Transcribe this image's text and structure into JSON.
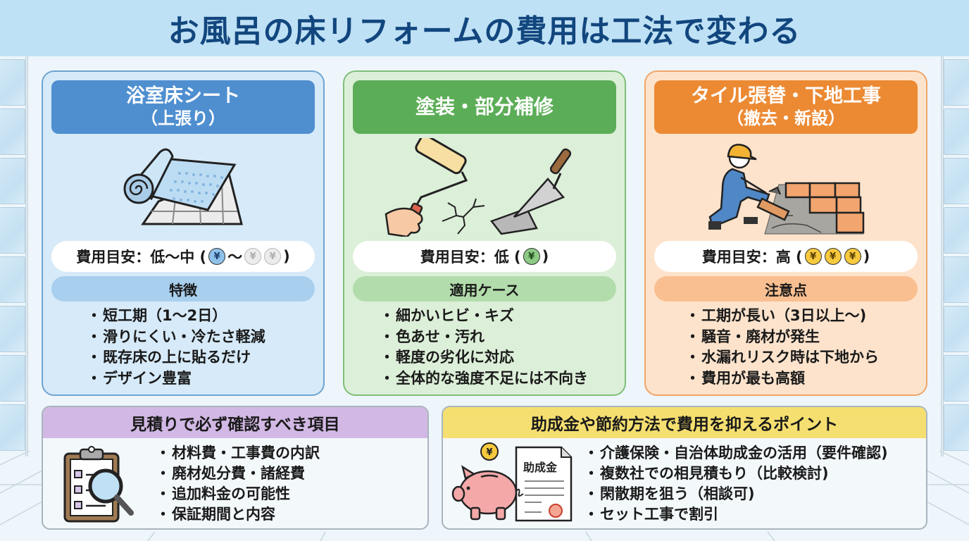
{
  "title": "お風呂の床リフォームの費用は工法で変わる",
  "colors": {
    "title_text": "#12467e",
    "title_bg": "#bfe1f5",
    "blue": "#4f8fd0",
    "green": "#5cad57",
    "orange": "#ec8a34",
    "purple_header": "#d2b8e4",
    "yellow_header": "#f5df70"
  },
  "methods": [
    {
      "title_line1": "浴室床シート",
      "title_line2": "（上張り）",
      "illustration": "rolled-sheet-over-tiles",
      "cost_label": "費用目安：低〜中 (",
      "cost_sep": "〜",
      "cost_close": ")",
      "cost_icons": [
        "yen-coin-blue",
        "yen-coin-grey",
        "yen-coin-grey"
      ],
      "yen": "¥",
      "section_label": "特徴",
      "items": [
        "短工期（1〜2日）",
        "滑りにくい・冷たさ軽減",
        "既存床の上に貼るだけ",
        "デザイン豊富"
      ]
    },
    {
      "title_line1": "塗装・部分補修",
      "title_line2": "",
      "illustration": "paint-roller-crack-trowel",
      "cost_label": "費用目安：低 (",
      "cost_close": ")",
      "cost_icons": [
        "yen-coin-green"
      ],
      "yen": "¥",
      "section_label": "適用ケース",
      "items": [
        "細かいヒビ・キズ",
        "色あせ・汚れ",
        "軽度の劣化に対応",
        "全体的な強度不足には不向き"
      ]
    },
    {
      "title_line1": "タイル張替・下地工事",
      "title_line2": "（撤去・新設）",
      "illustration": "worker-laying-tiles",
      "cost_label": "費用目安：高 (",
      "cost_close": ")",
      "cost_icons": [
        "yen-coin-gold",
        "yen-coin-gold",
        "yen-coin-gold"
      ],
      "yen": "¥",
      "section_label": "注意点",
      "items": [
        "工期が長い（3日以上〜)",
        "騒音・廃材が発生",
        "水漏れリスク時は下地から",
        "費用が最も高額"
      ]
    }
  ],
  "estimate_check": {
    "title": "見積りで必ず確認すべき項目",
    "illustration": "clipboard-magnifier",
    "items": [
      "材料費・工事費の内訳",
      "廃材処分費・諸経費",
      "追加料金の可能性",
      "保証期間と内容"
    ]
  },
  "saving_tips": {
    "title": "助成金や節約方法で費用を抑えるポイント",
    "illustration": "piggy-bank-subsidy-document",
    "document_label": "助成金",
    "coin_label": "¥",
    "items": [
      "介護保険・自治体助成金の活用（要件確認)",
      "複数社での相見積もり（比較検討)",
      "閑散期を狙う（相談可)",
      "セット工事で割引"
    ]
  }
}
